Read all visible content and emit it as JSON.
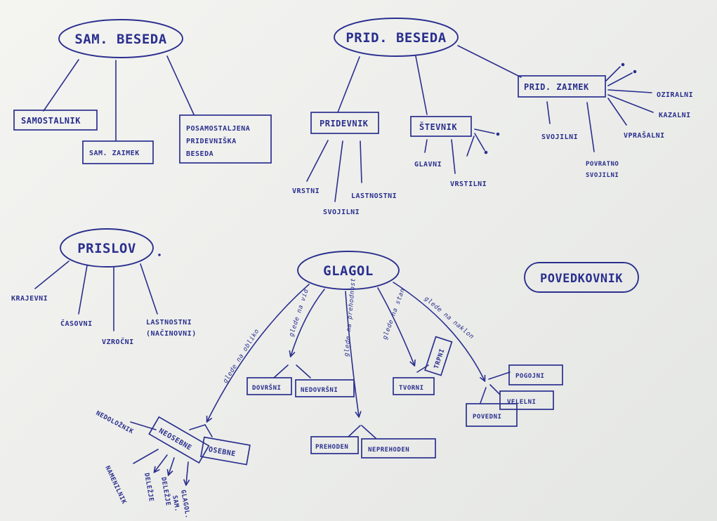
{
  "sam_beseda": {
    "title": "SAM. BESEDA",
    "samostalnik": "SAMOSTALNIK",
    "sam_zaimek": "SAM. ZAIMEK",
    "posam_1": "POSAMOSTALJENA",
    "posam_2": "PRIDEVNIŠKA",
    "posam_3": "BESEDA"
  },
  "prid_beseda": {
    "title": "PRID. BESEDA",
    "pridevnik": "PRIDEVNIK",
    "vrstni": "VRSTNI",
    "svojilni": "SVOJILNI",
    "lastnostni": "LASTNOSTNI",
    "stevnik": "ŠTEVNIK",
    "glavni": "GLAVNI",
    "vrstilni": "VRSTILNI",
    "prid_zaimek": "PRID. ZAIMEK",
    "svojilni_z": "SVOJILNI",
    "povratno_1": "POVRATNO",
    "povratno_2": "SVOJILNI",
    "vprasalni": "VPRAŠALNI",
    "kazalni": "KAZALNI",
    "oziralni": "OZIRALNI"
  },
  "prislov": {
    "title": "PRISLOV",
    "krajevni": "KRAJEVNI",
    "casovni": "ČASOVNI",
    "vzrocni": "VZROČNI",
    "lastnostni_1": "LASTNOSTNI",
    "lastnostni_2": "(NAČINOVNI)"
  },
  "povedkovnik": {
    "title": "POVEDKOVNIK"
  },
  "glagol": {
    "title": "GLAGOL",
    "e1": "glede na obliko",
    "e2": "glede na vid",
    "e3": "glede na prehodnost",
    "e4": "glede na stan",
    "e5": "glede na naklon",
    "neosebne": "NEOSEBNE",
    "osebne": "OSEBNE",
    "nedoloznik": "NEDOLOŽNIK",
    "namenilnik": "NAMENILNIK",
    "delezje_1": "DELEŽJE",
    "delezje_2": "DELEŽJE",
    "glag_1": "GLAGOL.",
    "glag_2": "SAM.",
    "dovrsni": "DOVRŠNI",
    "nedovrsni": "NEDOVRŠNI",
    "prehoden": "PREHODEN",
    "neprehoden": "NEPREHODEN",
    "tvorni": "TVORNI",
    "trpni": "TRPNI",
    "pogojni": "POGOJNI",
    "velelni": "VELELNI",
    "povedni": "POVEDNI"
  }
}
